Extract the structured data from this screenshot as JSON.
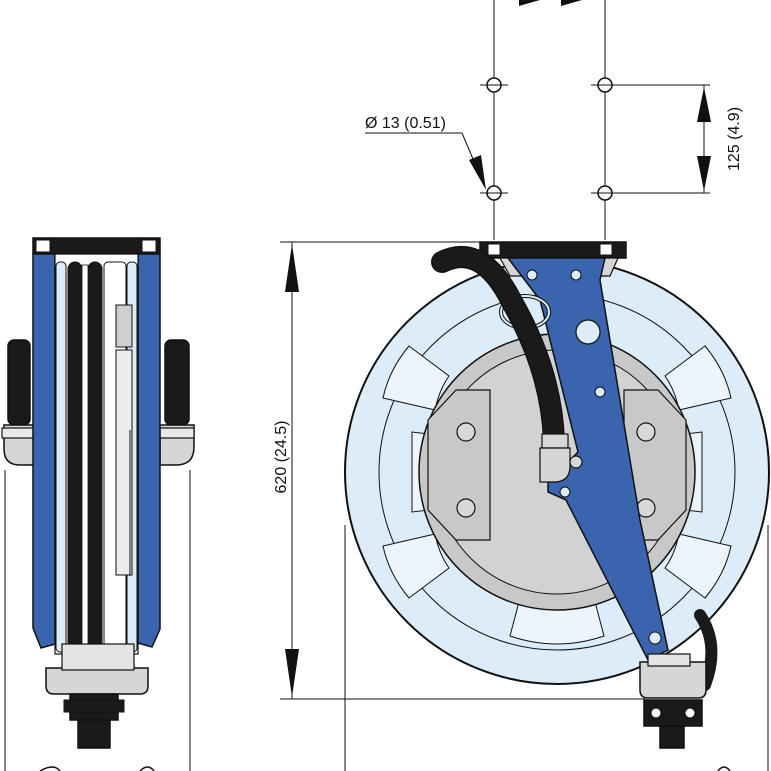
{
  "labels": {
    "hole_diameter": "Ø 13 (0.51)",
    "hole_spacing": "125 (4.9)",
    "overall_height": "620 (24.5)"
  },
  "colors": {
    "bracket_blue": "#3a64ad",
    "drum_light_blue": "#dcecf8",
    "hub_grey": "#c8c8c8",
    "hose_black": "#1a1a1a",
    "outline": "#111111",
    "side_white": "#ffffff"
  }
}
